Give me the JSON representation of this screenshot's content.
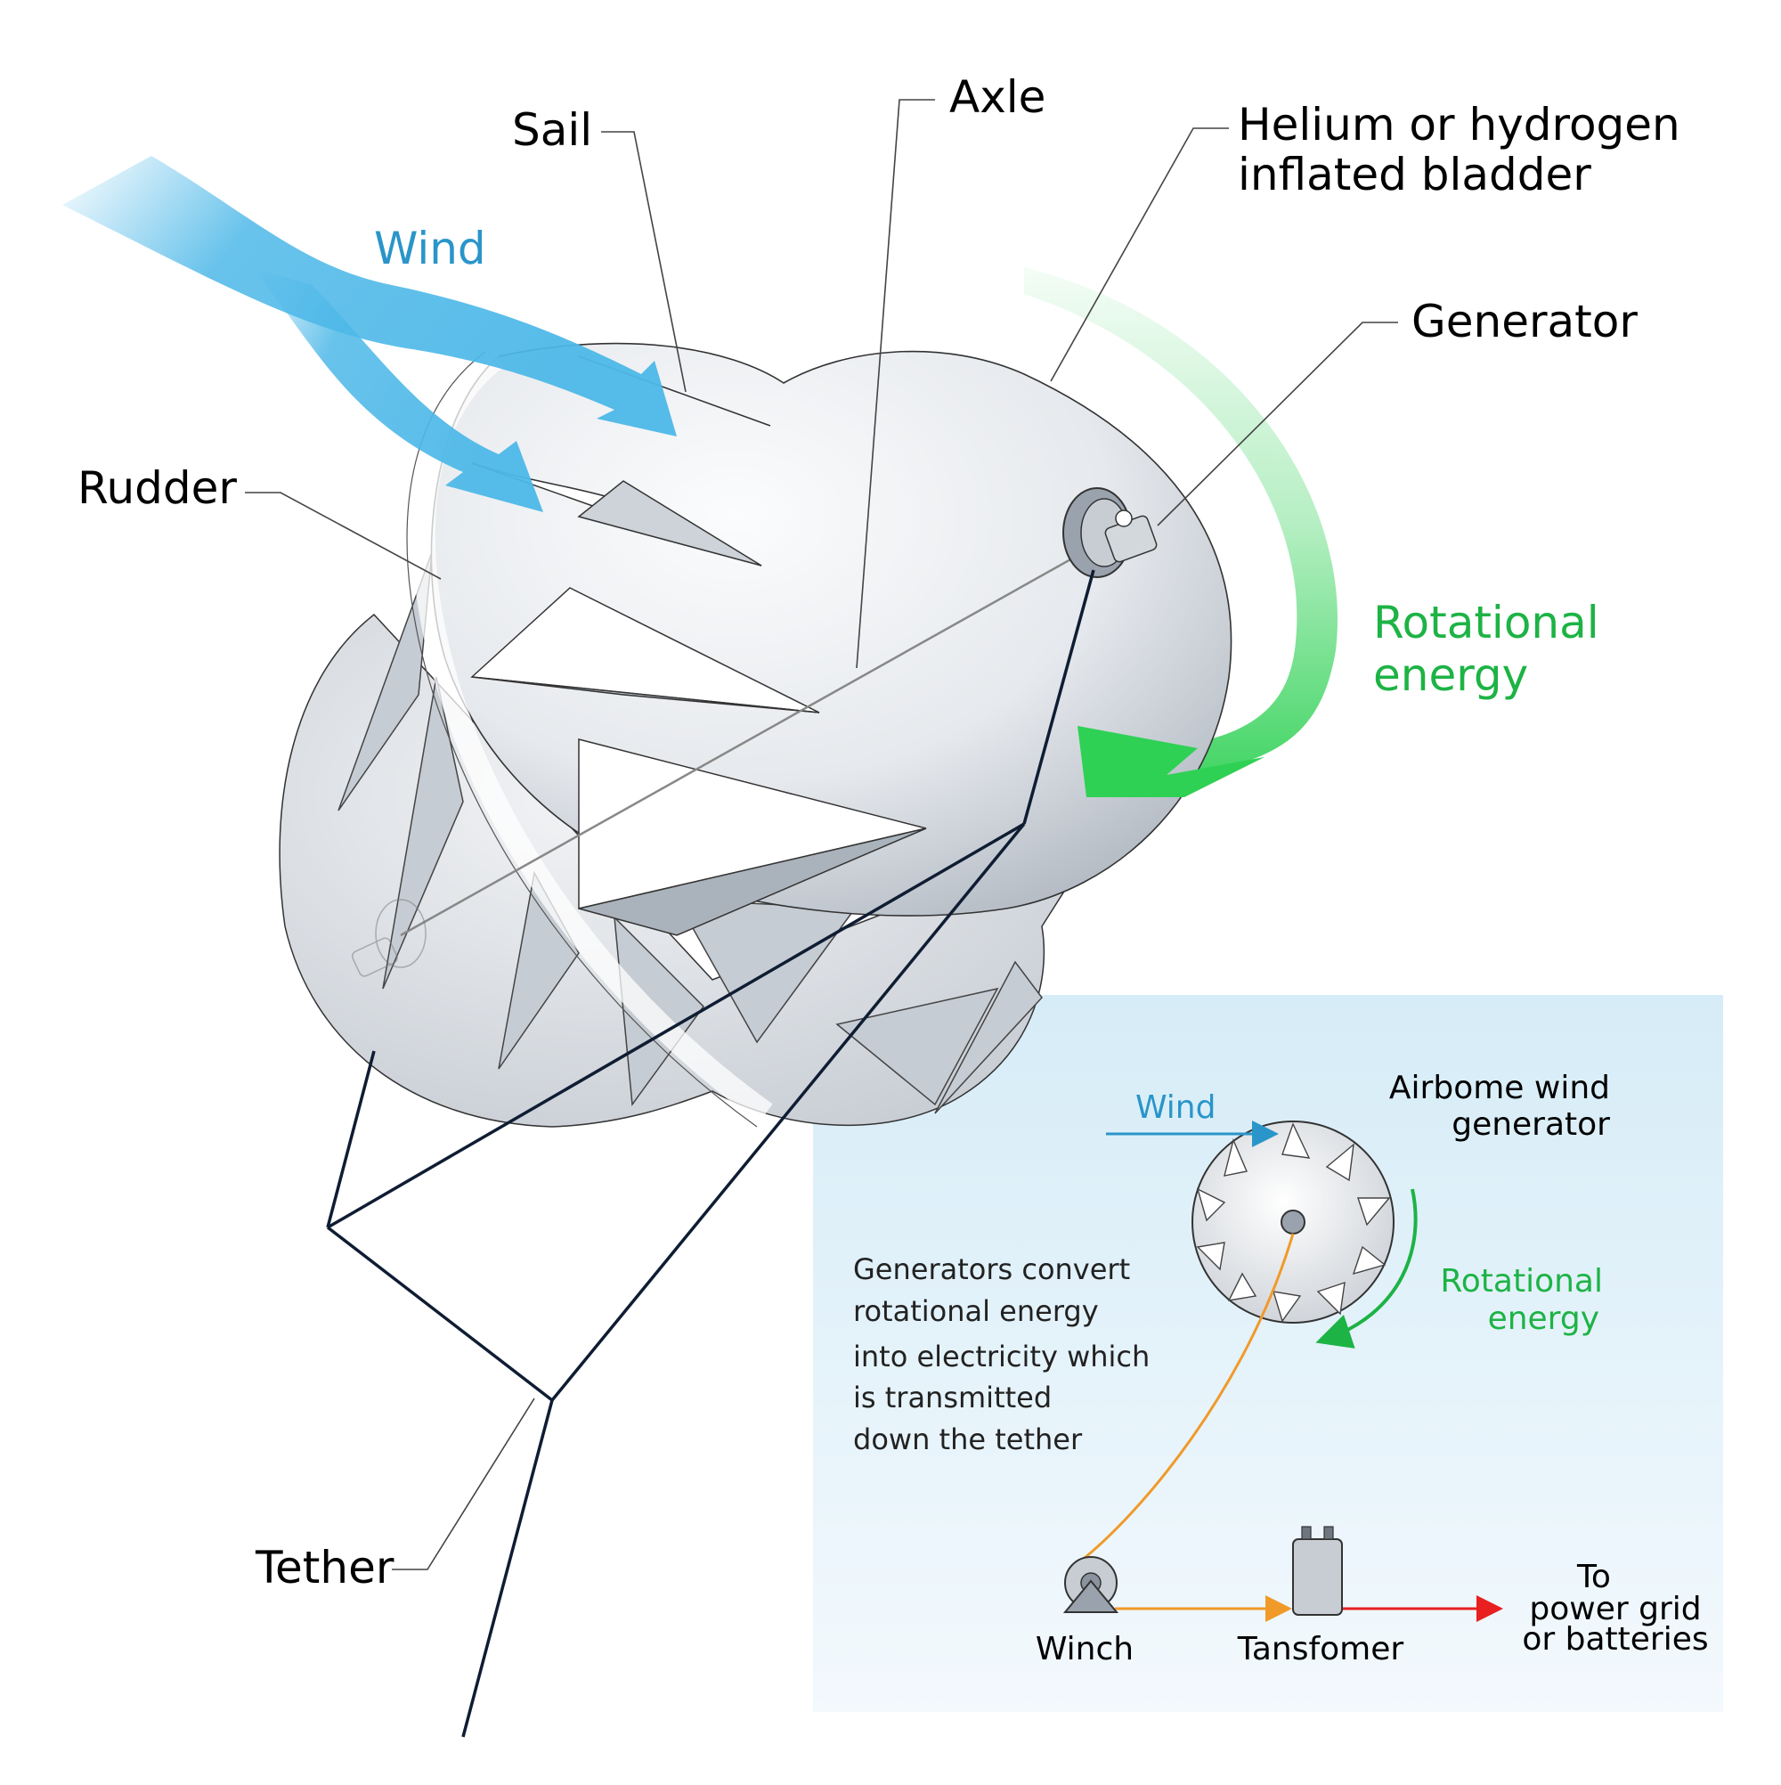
{
  "labels": {
    "sail": "Sail",
    "axle": "Axle",
    "bladder_line1": "Helium or hydrogen",
    "bladder_line2": "inflated bladder",
    "wind": "Wind",
    "generator": "Generator",
    "rudder": "Rudder",
    "rotational_line1": "Rotational",
    "rotational_line2": "energy",
    "tether": "Tether"
  },
  "inset": {
    "title_line1": "Airbome wind",
    "title_line2": "generator",
    "wind": "Wind",
    "rotational_line1": "Rotational",
    "rotational_line2": "energy",
    "description": [
      "Generators convert",
      "rotational energy",
      "into electricity which",
      "is transmitted",
      "down the tether"
    ],
    "winch": "Winch",
    "transformer": "Tansfomer",
    "destination_line1": "To",
    "destination_line2": "power grid",
    "destination_line3": "or batteries"
  },
  "colors": {
    "wind": "#2a95c9",
    "wind_arrow": "#4db8e8",
    "rotational": "#1db345",
    "rotational_arrow": "#2fd155",
    "cable": "#f09a2a",
    "grid_arrow": "#e82020",
    "inset_bg_top": "#d6ecf7",
    "inset_bg_bottom": "#f2f9fd",
    "tether": "#0f1d33"
  },
  "icons": [
    "winch-icon",
    "transformer-icon",
    "generator-icon",
    "turbine-icon"
  ]
}
